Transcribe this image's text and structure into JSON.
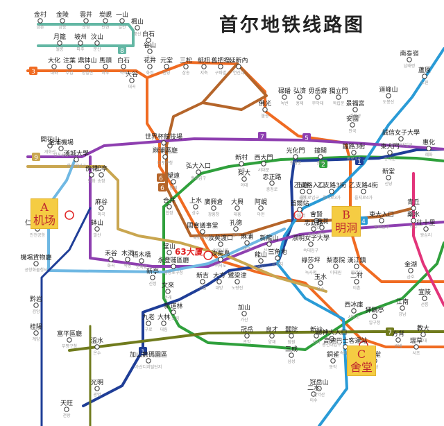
{
  "title": "首尔地铁线路图",
  "annotations": [
    {
      "id": "a",
      "text": "A\n机场"
    },
    {
      "id": "b",
      "text": "B\n明洞"
    },
    {
      "id": "c",
      "text": "C\n舍堂"
    }
  ],
  "pin_label": "63大厦",
  "colors": {
    "line1": "#1f3e97",
    "line2": "#2fa03c",
    "line3": "#f06b22",
    "line4": "#2a9bd6",
    "line5": "#8e3fb0",
    "line6": "#b5652a",
    "line7": "#707b1d",
    "line8": "#e2347a",
    "line9": "#c9a650",
    "airport": "#6fb8e3",
    "gyeongui": "#63b7a4",
    "station_fill": "#ffffff",
    "transfer_stroke": "#333333",
    "label_text": "#222222",
    "sub_text": "#9a9a9a"
  },
  "line_badges": [
    {
      "label": "3",
      "color": "#f06b22"
    },
    {
      "label": "6",
      "color": "#b5652a"
    },
    {
      "label": "5",
      "color": "#8e3fb0"
    },
    {
      "label": "9",
      "color": "#c9a650"
    },
    {
      "label": "7",
      "color": "#8e3fb0"
    },
    {
      "label": "2",
      "color": "#2fa03c"
    },
    {
      "label": "1",
      "color": "#1f3e97"
    },
    {
      "label": "6",
      "color": "#b5652a"
    },
    {
      "label": "4",
      "color": "#2a9bd6"
    },
    {
      "label": "7",
      "color": "#707b1d"
    },
    {
      "label": "1",
      "color": "#1f3e97"
    },
    {
      "label": "8",
      "color": "#63b7a4"
    }
  ],
  "stations": [
    {
      "name": "金村",
      "sub": "금촌"
    },
    {
      "name": "金陵",
      "sub": "금릉"
    },
    {
      "name": "雲井",
      "sub": "운정"
    },
    {
      "name": "炭峴",
      "sub": "탄현"
    },
    {
      "name": "一山",
      "sub": "일산"
    },
    {
      "name": "楓山",
      "sub": "풍산"
    },
    {
      "name": "白石",
      "sub": "백석"
    },
    {
      "name": "月籠",
      "sub": "월롱"
    },
    {
      "name": "坡州",
      "sub": "파주"
    },
    {
      "name": "汶山",
      "sub": "문산"
    },
    {
      "name": "大化",
      "sub": "대화"
    },
    {
      "name": "注葉",
      "sub": "주엽"
    },
    {
      "name": "鼎鉢山",
      "sub": "정발산"
    },
    {
      "name": "馬頭",
      "sub": "마두"
    },
    {
      "name": "白石",
      "sub": "백석"
    },
    {
      "name": "大谷",
      "sub": "대곡"
    },
    {
      "name": "谷山",
      "sub": "곡산"
    },
    {
      "name": "花井",
      "sub": "화정"
    },
    {
      "name": "元堂",
      "sub": "원당"
    },
    {
      "name": "三松",
      "sub": "삼송"
    },
    {
      "name": "紙杻",
      "sub": "지축"
    },
    {
      "name": "舊把撥",
      "sub": "구파발"
    },
    {
      "name": "延新內",
      "sub": "연신내"
    },
    {
      "name": "佛光",
      "sub": "불광"
    },
    {
      "name": "碌磻",
      "sub": "녹번"
    },
    {
      "name": "弘濟",
      "sub": "홍제"
    },
    {
      "name": "毋岳齋",
      "sub": "무악재"
    },
    {
      "name": "獨立門",
      "sub": "독립문"
    },
    {
      "name": "景福宮",
      "sub": "경복궁"
    },
    {
      "name": "安國",
      "sub": "안국"
    },
    {
      "name": "鐘路3街",
      "sub": "종로3가"
    },
    {
      "name": "乙支路入口",
      "sub": "을지로입구"
    },
    {
      "name": "乙支路3街",
      "sub": "을지로3가"
    },
    {
      "name": "乙支路4街",
      "sub": "을지로4가"
    },
    {
      "name": "東大門",
      "sub": "동대문"
    },
    {
      "name": "市廳",
      "sub": "시청"
    },
    {
      "name": "鐘閣",
      "sub": "종각"
    },
    {
      "name": "光化門",
      "sub": "광화문"
    },
    {
      "name": "西大門",
      "sub": "서대문"
    },
    {
      "name": "忠正路",
      "sub": "충정로"
    },
    {
      "name": "阿峴",
      "sub": "아현"
    },
    {
      "name": "梨大",
      "sub": "이대"
    },
    {
      "name": "新村",
      "sub": "신촌"
    },
    {
      "name": "弘大入口",
      "sub": "홍대입구"
    },
    {
      "name": "合井",
      "sub": "합정"
    },
    {
      "name": "望遠",
      "sub": "망원"
    },
    {
      "name": "麻浦區廳",
      "sub": "마포구청"
    },
    {
      "name": "世界杯競技場",
      "sub": "월드컵경기장"
    },
    {
      "name": "上水",
      "sub": "상수"
    },
    {
      "name": "廣興倉",
      "sub": "광흥창"
    },
    {
      "name": "大興",
      "sub": "대흥"
    },
    {
      "name": "孔德",
      "sub": "공덕"
    },
    {
      "name": "麻浦",
      "sub": "마포"
    },
    {
      "name": "汝矣渡口",
      "sub": "여의나루"
    },
    {
      "name": "汝矣島",
      "sub": "여의도"
    },
    {
      "name": "國會議事堂",
      "sub": "국회의사당"
    },
    {
      "name": "堂山",
      "sub": "당산"
    },
    {
      "name": "永登浦區廳",
      "sub": "영등포구청"
    },
    {
      "name": "文來",
      "sub": "문래"
    },
    {
      "name": "新道林",
      "sub": "신도림"
    },
    {
      "name": "大林",
      "sub": "대림"
    },
    {
      "name": "九老",
      "sub": "구로"
    },
    {
      "name": "加山數碼園區",
      "sub": "가산디지털단지"
    },
    {
      "name": "新吉",
      "sub": "신길"
    },
    {
      "name": "大方",
      "sub": "대방"
    },
    {
      "name": "鷺梁津",
      "sub": "노량진"
    },
    {
      "name": "龍山",
      "sub": "용산"
    },
    {
      "name": "新龍山",
      "sub": "신용산"
    },
    {
      "name": "三角地",
      "sub": "삼각지"
    },
    {
      "name": "首爾站",
      "sub": "서울역"
    },
    {
      "name": "會賢",
      "sub": "회현"
    },
    {
      "name": "明洞",
      "sub": "명동"
    },
    {
      "name": "淑明女子大學",
      "sub": "숙대입구"
    },
    {
      "name": "綠莎坪",
      "sub": "녹사평"
    },
    {
      "name": "梨泰院",
      "sub": "이태원"
    },
    {
      "name": "漢江鎮",
      "sub": "한강진"
    },
    {
      "name": "新堂",
      "sub": "신당"
    },
    {
      "name": "忠武路",
      "sub": "충무로"
    },
    {
      "name": "東大入口",
      "sub": "동대입구"
    },
    {
      "name": "藥水",
      "sub": "약수"
    },
    {
      "name": "青丘",
      "sub": "청구"
    },
    {
      "name": "往十里",
      "sub": "왕십리"
    },
    {
      "name": "金湖",
      "sub": "금호"
    },
    {
      "name": "玉水",
      "sub": "옥수"
    },
    {
      "name": "二村",
      "sub": "이촌"
    },
    {
      "name": "西冰庫",
      "sub": "서빙고"
    },
    {
      "name": "銅雀",
      "sub": "동작"
    },
    {
      "name": "舍堂",
      "sub": "사당"
    },
    {
      "name": "方背",
      "sub": "방배"
    },
    {
      "name": "瑞草",
      "sub": "서초"
    },
    {
      "name": "教大",
      "sub": "교대"
    },
    {
      "name": "高速巴士客運站",
      "sub": "고속터미널"
    },
    {
      "name": "總神大入口",
      "sub": "총신대입구"
    },
    {
      "name": "二水",
      "sub": "이수"
    },
    {
      "name": "南泰嶺",
      "sub": "남태령"
    },
    {
      "name": "蘆原",
      "sub": "노원"
    },
    {
      "name": "道峰山",
      "sub": "도봉산"
    },
    {
      "name": "誠信女子大學",
      "sub": "성신여대입구"
    },
    {
      "name": "惠化",
      "sub": "혜화"
    },
    {
      "name": "漢城大學",
      "sub": "한성대입구"
    },
    {
      "name": "金浦機場",
      "sub": "김포공항"
    },
    {
      "name": "開花山",
      "sub": "개화산"
    },
    {
      "name": "傍花",
      "sub": "방화"
    },
    {
      "name": "松亭",
      "sub": "송정"
    },
    {
      "name": "麻谷",
      "sub": "마곡"
    },
    {
      "name": "鉢山",
      "sub": "발산"
    },
    {
      "name": "禾谷",
      "sub": "화곡"
    },
    {
      "name": "木洞",
      "sub": "목동"
    },
    {
      "name": "梧木橋",
      "sub": "오목교"
    },
    {
      "name": "新亭",
      "sub": "신정"
    },
    {
      "name": "楊坪",
      "sub": "양평"
    },
    {
      "name": "仁川機場",
      "sub": "인천공항"
    },
    {
      "name": "機場貨物廳",
      "sub": "공항화물청사"
    },
    {
      "name": "黔岩",
      "sub": "검암"
    },
    {
      "name": "桂陽",
      "sub": "계양"
    },
    {
      "name": "富平區廳",
      "sub": "부평구청"
    },
    {
      "name": "溫水",
      "sub": "온수"
    },
    {
      "name": "天旺",
      "sub": "천왕"
    },
    {
      "name": "光明",
      "sub": "광명"
    },
    {
      "name": "冠岳",
      "sub": "관악"
    },
    {
      "name": "良才",
      "sub": "양재"
    },
    {
      "name": "蠶院",
      "sub": "잠원"
    },
    {
      "name": "新沙",
      "sub": "신사"
    },
    {
      "name": "狎鷗亭",
      "sub": "압구정"
    },
    {
      "name": "江南",
      "sub": "강남"
    },
    {
      "name": "宣陵",
      "sub": "선릉"
    },
    {
      "name": "三成",
      "sub": "삼성"
    },
    {
      "name": "加山",
      "sub": "가산"
    },
    {
      "name": "冠岳山",
      "sub": "관악산"
    },
    {
      "name": "鷺梁津",
      "sub": "노량진"
    }
  ]
}
